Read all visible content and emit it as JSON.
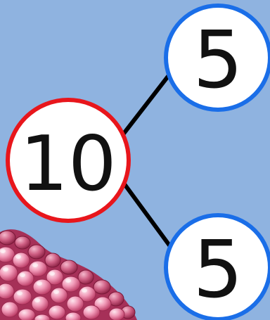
{
  "colors": {
    "background": "#8fb3e0",
    "connector": "#000000",
    "whole_ring": "#e8161c",
    "part_ring": "#1a6ee8",
    "node_fill": "#ffffff",
    "text": "#111111"
  },
  "number_bond": {
    "whole": {
      "value": "10"
    },
    "parts": [
      {
        "value": "5"
      },
      {
        "value": "5"
      }
    ]
  },
  "decoration": {
    "icon": "pink-coral-cluster-icon"
  }
}
